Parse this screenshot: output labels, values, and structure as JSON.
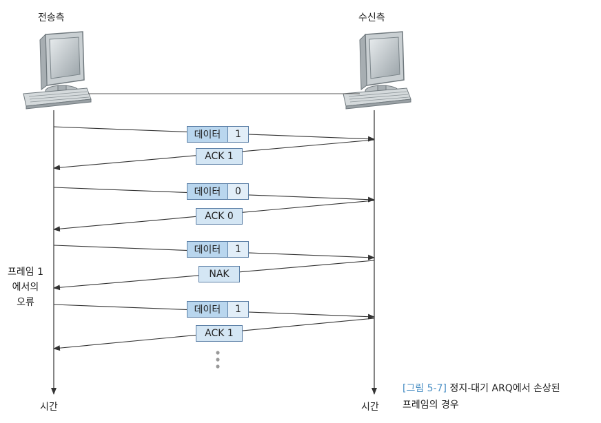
{
  "sender": {
    "label": "전송측"
  },
  "receiver": {
    "label": "수신측"
  },
  "time_axis": {
    "sender": "시간",
    "receiver": "시간"
  },
  "error_note": [
    "프레임 1",
    "에서의",
    "오류"
  ],
  "exchanges": [
    {
      "frame": {
        "label": "데이터",
        "number": "1"
      },
      "response": "ACK 1"
    },
    {
      "frame": {
        "label": "데이터",
        "number": "0"
      },
      "response": "ACK 0"
    },
    {
      "frame": {
        "label": "데이터",
        "number": "1"
      },
      "response": "NAK"
    },
    {
      "frame": {
        "label": "데이터",
        "number": "1"
      },
      "response": "ACK 1"
    }
  ],
  "caption": {
    "figure": "[그림 5-7]",
    "line1": "정지-대기 ARQ에서 손상된",
    "line2": "프레임의 경우"
  }
}
